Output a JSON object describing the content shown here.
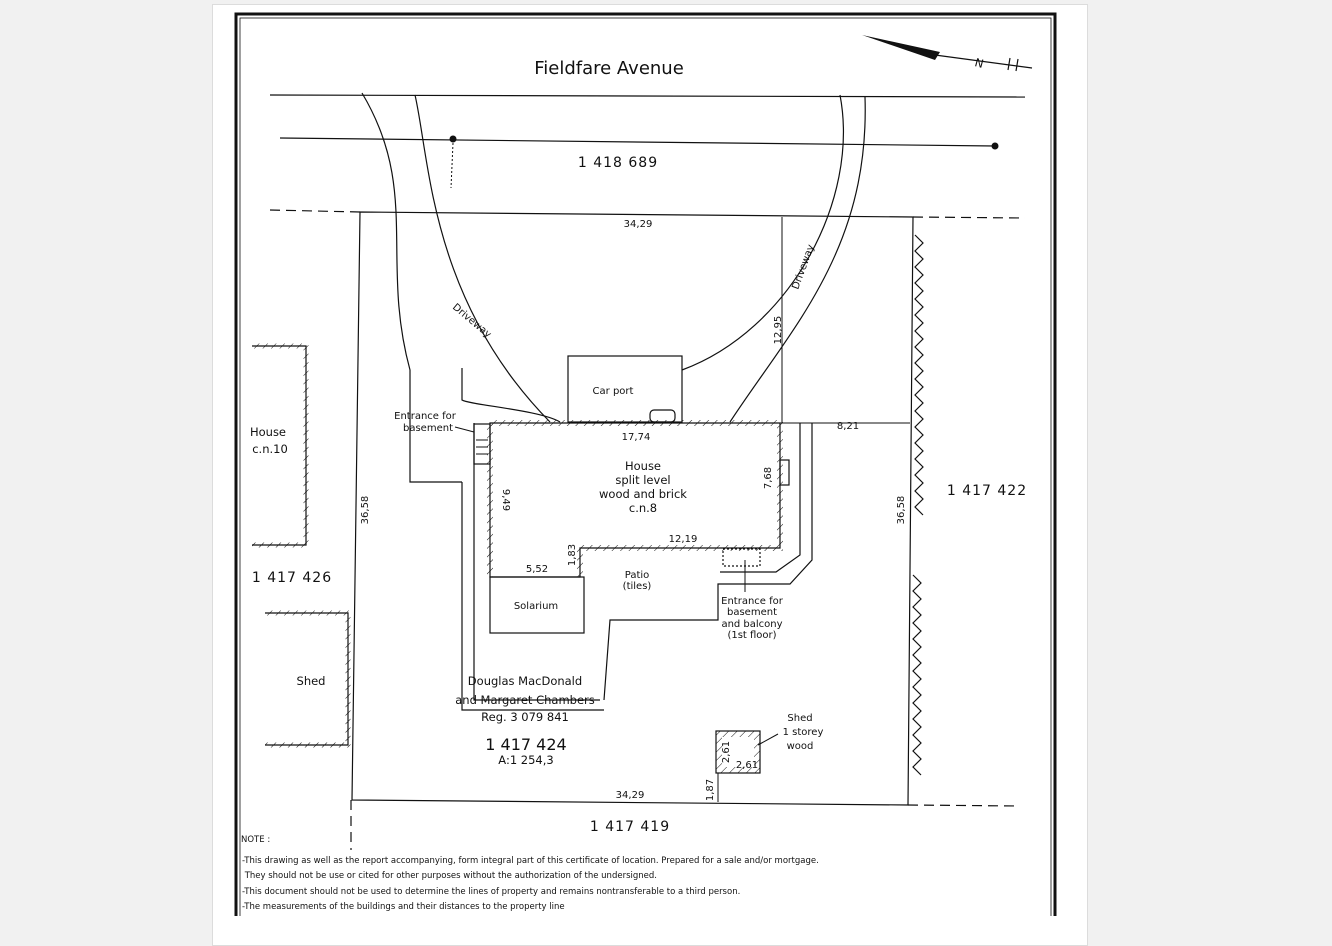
{
  "drawing": {
    "street_name": "Fieldfare Avenue",
    "north_label": "N",
    "lots": {
      "street_lot": "1 418 689",
      "right_lot": "1 417 422",
      "left_lot": "1 417 426",
      "bottom_lot": "1 417 419",
      "subject_lot": "1 417 424",
      "area": "A:1 254,3"
    },
    "dimensions": {
      "top": "34,29",
      "bottom": "34,29",
      "left": "36,58",
      "right": "36,58",
      "setback_front": "12,95",
      "side_right": "8,21",
      "house_front": "17,74",
      "house_right": "7,68",
      "house_left": "9,49",
      "house_back": "12,19",
      "jog": "1,83",
      "solarium_top": "5,52",
      "shed_w": "2,61",
      "shed_h": "2,61",
      "shed_setback": "1,87"
    },
    "labels": {
      "driveway_left": "Driveway",
      "driveway_right": "Driveway",
      "car_port": "Car port",
      "entrance_basement": [
        "Entrance for",
        "basement"
      ],
      "house": [
        "House",
        "split level",
        "wood and brick",
        "c.n.8"
      ],
      "patio": [
        "Patio",
        "(tiles)"
      ],
      "solarium": "Solarium",
      "entrance_balcony": [
        "Entrance for",
        "basement",
        "and balcony",
        "(1st floor)"
      ],
      "neighbor_house": [
        "House",
        "c.n.10"
      ],
      "neighbor_shed": "Shed",
      "shed": [
        "Shed",
        "1 storey",
        "wood"
      ],
      "owners": [
        "Douglas MacDonald",
        "and Margaret Chambers",
        "Reg. 3 079 841"
      ]
    },
    "notes": {
      "heading": "NOTE :",
      "lines": [
        "-This drawing as well as the report accompanying, form integral part of this certificate of location. Prepared for a sale and/or mortgage.",
        " They should not be use or cited for other purposes without the authorization of the undersigned.",
        "-This document should not be used to determine the lines of property and remains nontransferable to a third person.",
        "-The measurements of the buildings and their distances to the property line"
      ]
    }
  }
}
